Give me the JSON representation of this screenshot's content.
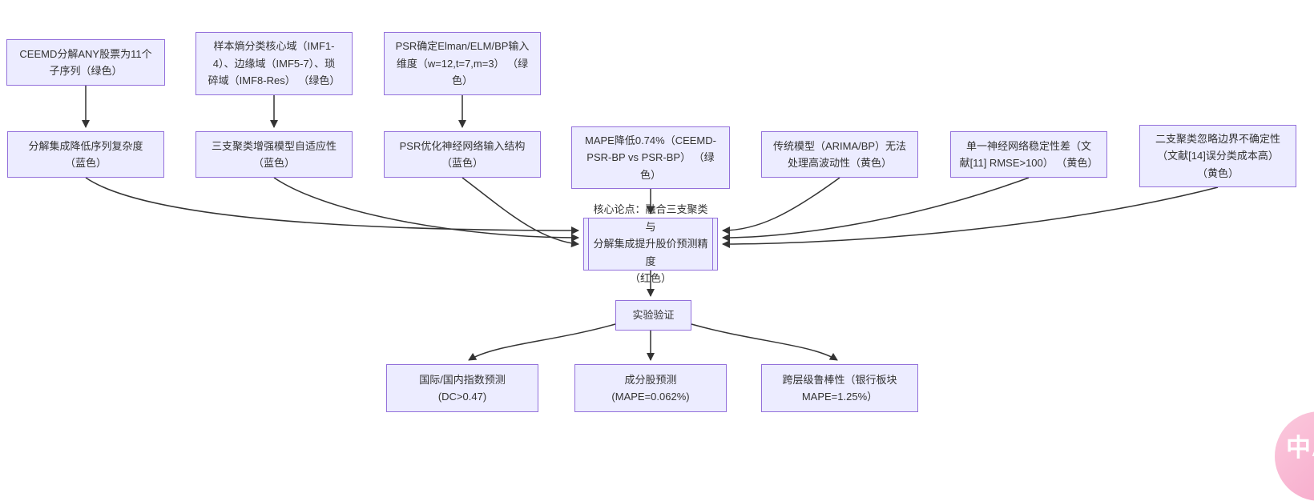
{
  "diagram": {
    "type": "flowchart",
    "colors": {
      "node_fill": "#ECECFF",
      "node_border": "#9370DB",
      "edge": "#333333",
      "text": "#333333"
    },
    "nodes": [
      {
        "id": "ceemd-decomposition",
        "label": "CEEMD分解ANY股票为11个\n子序列（绿色）"
      },
      {
        "id": "sample-entropy-classification",
        "label": "样本熵分类核心域（IMF1-\n4）、边缘域（IMF5-7）、琐\n碎域（IMF8-Res） （绿色）"
      },
      {
        "id": "psr-input-dimension",
        "label": "PSR确定Elman/ELM/BP输入\n维度（w=12,t=7,m=3） （绿\n色）"
      },
      {
        "id": "decomposition-benefit",
        "label": "分解集成降低序列复杂度\n（蓝色）"
      },
      {
        "id": "three-way-adaptivity",
        "label": "三支聚类增强模型自适应性\n（蓝色）"
      },
      {
        "id": "psr-input-structure",
        "label": "PSR优化神经网络输入结构\n（蓝色）"
      },
      {
        "id": "mape-evidence",
        "label": "MAPE降低0.74%（CEEMD-\nPSR-BP vs PSR-BP） （绿\n色）"
      },
      {
        "id": "traditional-model-limitation",
        "label": "传统模型（ARIMA/BP）无法\n处理高波动性（黄色）"
      },
      {
        "id": "single-nn-instability",
        "label": "单一神经网络稳定性差（文\n献[11] RMSE>100） （黄色）"
      },
      {
        "id": "two-way-clustering-limitation",
        "label": "二支聚类忽略边界不确定性\n（文献[14]误分类成本高）\n（黄色）"
      },
      {
        "id": "core-thesis",
        "label": "核心论点：融合三支聚类与\n分解集成提升股价预测精度\n（红色）"
      },
      {
        "id": "experiment-validation",
        "label": "实验验证"
      },
      {
        "id": "index-prediction",
        "label": "国际/国内指数预测\n(DC>0.47)"
      },
      {
        "id": "constituent-prediction",
        "label": "成分股预测\n(MAPE=0.062%)"
      },
      {
        "id": "cross-level-robustness",
        "label": "跨层级鲁棒性（银行板块\nMAPE=1.25%）"
      }
    ],
    "edges": [
      {
        "from": "ceemd-decomposition",
        "to": "decomposition-benefit"
      },
      {
        "from": "sample-entropy-classification",
        "to": "three-way-adaptivity"
      },
      {
        "from": "psr-input-dimension",
        "to": "psr-input-structure"
      },
      {
        "from": "decomposition-benefit",
        "to": "core-thesis"
      },
      {
        "from": "three-way-adaptivity",
        "to": "core-thesis"
      },
      {
        "from": "psr-input-structure",
        "to": "core-thesis"
      },
      {
        "from": "mape-evidence",
        "to": "core-thesis"
      },
      {
        "from": "traditional-model-limitation",
        "to": "core-thesis"
      },
      {
        "from": "single-nn-instability",
        "to": "core-thesis"
      },
      {
        "from": "two-way-clustering-limitation",
        "to": "core-thesis"
      },
      {
        "from": "core-thesis",
        "to": "experiment-validation"
      },
      {
        "from": "experiment-validation",
        "to": "index-prediction"
      },
      {
        "from": "experiment-validation",
        "to": "constituent-prediction"
      },
      {
        "from": "experiment-validation",
        "to": "cross-level-robustness"
      }
    ]
  },
  "translate_button": {
    "label": "中A",
    "background": "#F7AACB",
    "text_color": "#FFFFFF"
  }
}
